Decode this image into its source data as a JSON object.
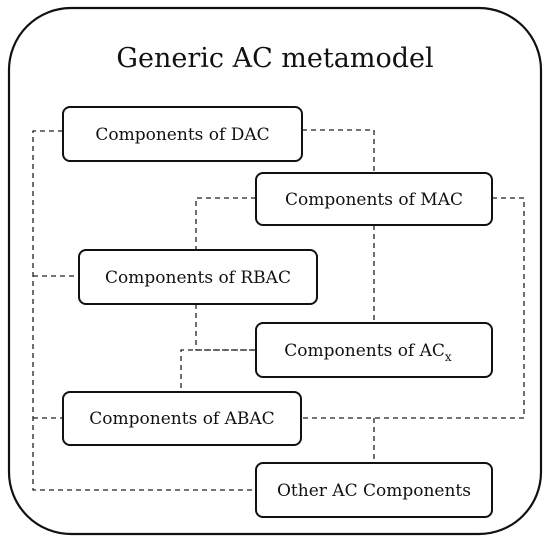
{
  "diagram": {
    "title": "Generic AC metamodel",
    "components": {
      "dac": "Components of DAC",
      "mac": "Components of MAC",
      "rbac": "Components of RBAC",
      "acx_prefix": "Components of AC",
      "acx_subscript": "x",
      "abac": "Components of ABAC",
      "other": "Other AC Components"
    }
  }
}
